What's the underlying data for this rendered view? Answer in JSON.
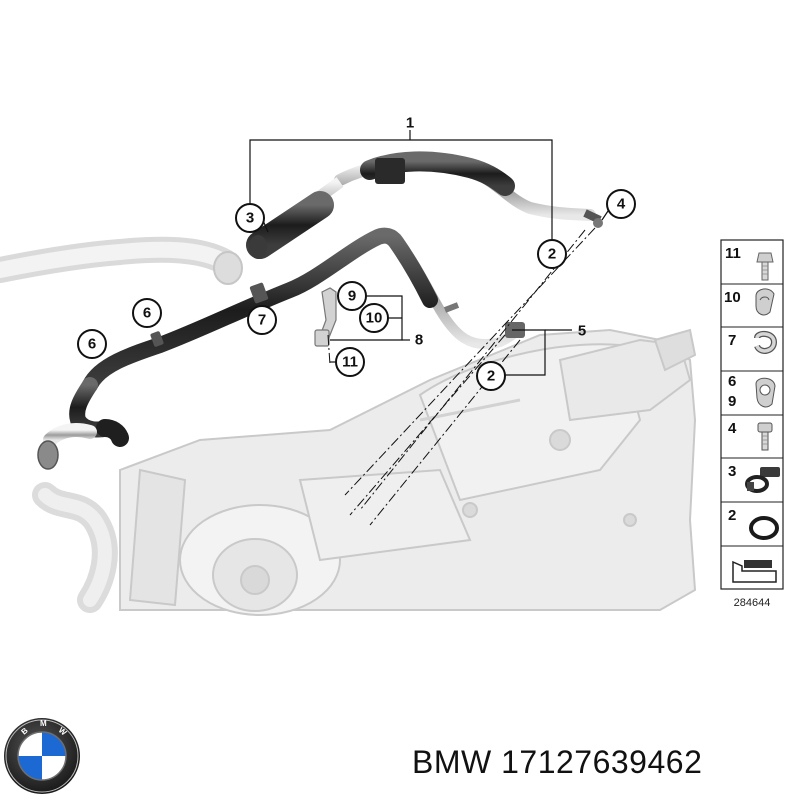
{
  "diagram": {
    "callouts": {
      "c1": "1",
      "c2a": "2",
      "c2b": "2",
      "c3": "3",
      "c4": "4",
      "c5": "5",
      "c6a": "6",
      "c6b": "6",
      "c7": "7",
      "c8": "8",
      "c9": "9",
      "c10": "10",
      "c11": "11"
    }
  },
  "legend": {
    "rows": [
      {
        "label": "11",
        "icon": "bolt-icon"
      },
      {
        "label": "10",
        "icon": "clip-icon"
      },
      {
        "label": "7",
        "icon": "clamp-icon"
      },
      {
        "label": "6",
        "label2": "9",
        "icon": "bracket-clip-icon"
      },
      {
        "label": "4",
        "icon": "screw-icon"
      },
      {
        "label": "3",
        "icon": "hose-clamp-icon"
      },
      {
        "label": "2",
        "icon": "o-ring-icon"
      },
      {
        "label": "",
        "icon": "arrow-icon"
      }
    ],
    "reference_number": "284644"
  },
  "footer": {
    "brand_part": "BMW 17127639462"
  }
}
